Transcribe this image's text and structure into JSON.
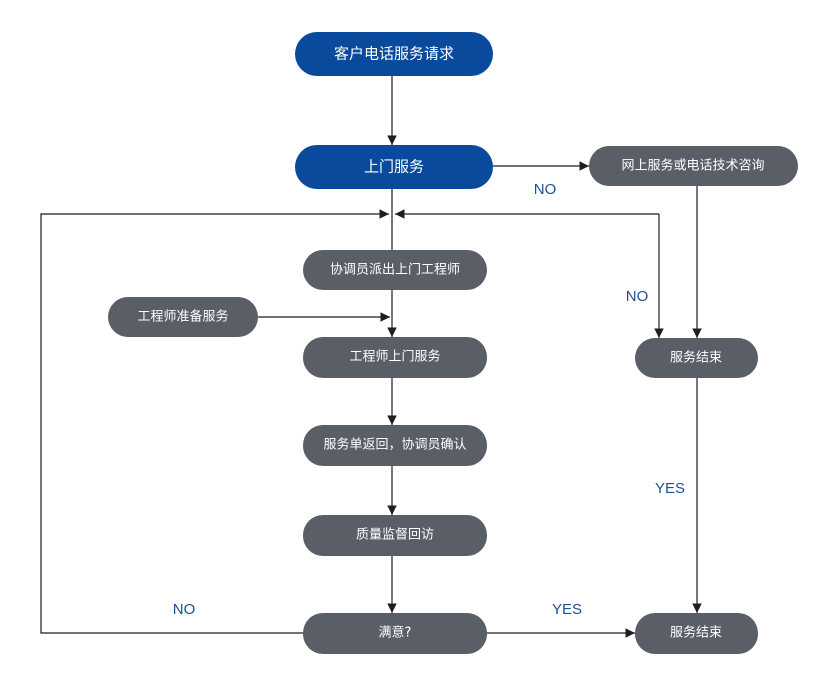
{
  "colors": {
    "primary_node": "#0a4a9d",
    "secondary_node": "#5a5e67",
    "node_text": "#ffffff",
    "line": "#1f1f1f",
    "label": "#1e4f94",
    "background": "#ffffff"
  },
  "nodes": {
    "customer_request": "客户电话服务请求",
    "onsite_service": "上门服务",
    "online_consult": "网上服务或电话技术咨询",
    "dispatch_engineer": "协调员派出上门工程师",
    "engineer_prepare": "工程师准备服务",
    "engineer_onsite": "工程师上门服务",
    "service_sheet_return": "服务单返回，协调员确认",
    "quality_followup": "质量监督回访",
    "satisfied": "满意?",
    "service_end_upper": "服务结束",
    "service_end_lower": "服务结束"
  },
  "labels": {
    "onsite_no": "NO",
    "consult_no": "NO",
    "consult_yes": "YES",
    "satisfied_no": "NO",
    "satisfied_yes": "YES"
  }
}
